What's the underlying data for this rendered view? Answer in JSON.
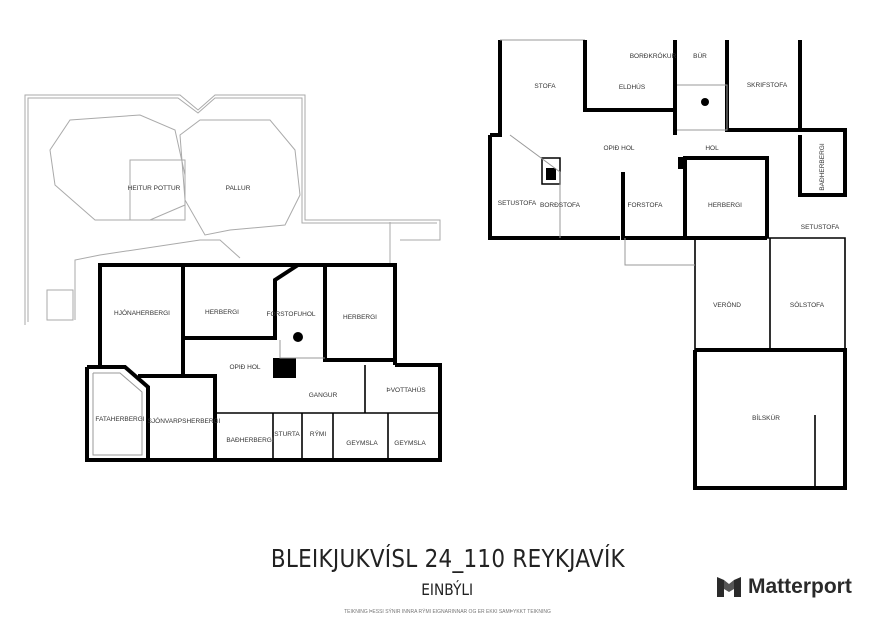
{
  "title": "BLEIKJUKVÍSL 24_110 REYKJAVÍK",
  "subtitle": "EINBÝLI",
  "disclaimer": "TEIKNING ÞESSI SÝNIR INNRA RÝMI EIGNARINNAR OG ER EKKI SAMÞYKKT TEIKNING",
  "brand": "Matterport",
  "upper_floor": {
    "rooms": [
      "STOFA",
      "BORÐKRÓKUR",
      "BÚR",
      "ELDHÚS",
      "SKRIFSTOFA",
      "OPIÐ HOL",
      "HOL",
      "BAÐHERBERGI",
      "SETUSTOFA",
      "BORÐSTOFA",
      "FORSTOFA",
      "HERBERGI",
      "SETUSTOFA",
      "VERÖND",
      "SÓLSTOFA",
      "BÍLSKÚR"
    ]
  },
  "lower_floor": {
    "rooms": [
      "HEITUR POTTUR",
      "PALLUR",
      "HJÓNAHERBERGI",
      "HERBERGI",
      "FORSTOFUHOL",
      "HERBERGI",
      "OPIÐ HOL",
      "GANGUR",
      "ÞVOTTAHÚS",
      "FATAHERBERGI",
      "SJÓNVARPSHERBERGI",
      "BAÐHERBERGI",
      "STURTA",
      "RÝMI",
      "GEYMSLA",
      "GEYMSLA"
    ]
  }
}
